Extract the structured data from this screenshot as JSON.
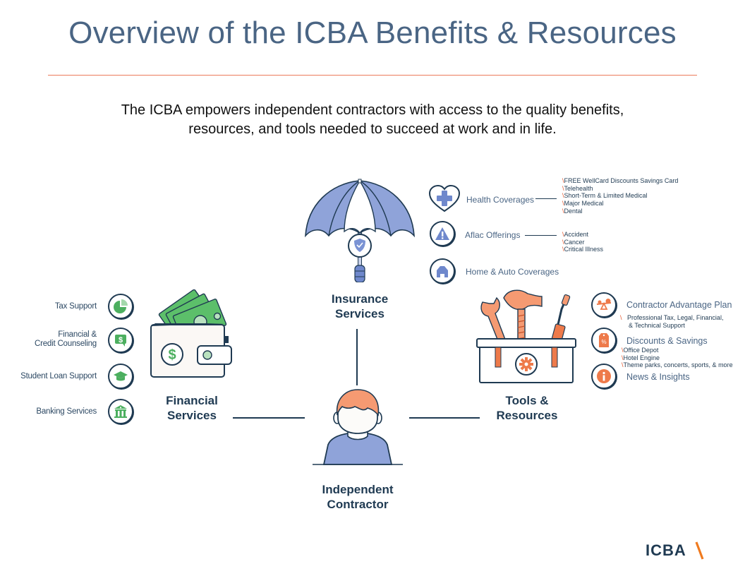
{
  "title": "Overview of the ICBA Benefits & Resources",
  "subtitle_line1": "The ICBA empowers independent contractors with access to the quality benefits,",
  "subtitle_line2": "resources, and tools needed to succeed at work and in life.",
  "colors": {
    "title": "#4a6584",
    "rule": "#ec7a5b",
    "navy": "#1f3a52",
    "financial_green": "#4caf5f",
    "insurance_blue": "#8fa3d9",
    "tools_orange": "#ee7a4a",
    "accent_orange": "#e2542a"
  },
  "hubs": {
    "insurance": {
      "line1": "Insurance",
      "line2": "Services",
      "icon": "umbrella-icon"
    },
    "financial": {
      "line1": "Financial",
      "line2": "Services",
      "icon": "wallet-icon"
    },
    "tools": {
      "line1": "Tools &",
      "line2": "Resources",
      "icon": "toolbox-icon"
    },
    "contractor": {
      "line1": "Independent",
      "line2": "Contractor",
      "icon": "person-icon"
    }
  },
  "financial_items": [
    {
      "label": "Tax Support",
      "icon": "pie-chart-icon"
    },
    {
      "line1": "Financial &",
      "line2": "Credit Counseling",
      "icon": "dollar-chat-icon"
    },
    {
      "label": "Student Loan Support",
      "icon": "graduation-cap-icon"
    },
    {
      "label": "Banking Services",
      "icon": "bank-icon"
    }
  ],
  "insurance_items": [
    {
      "label": "Health Coverages",
      "icon": "heart-plus-icon",
      "details": [
        "FREE WellCard Discounts Savings Card",
        "Telehealth",
        "Short-Term & Limited Medical",
        "Major Medical",
        "Dental"
      ]
    },
    {
      "label": "Aflac Offerings",
      "icon": "warning-icon",
      "details": [
        "Accident",
        "Cancer",
        "Critical Illness"
      ]
    },
    {
      "label": "Home & Auto Coverages",
      "icon": "house-icon"
    }
  ],
  "tools_items": [
    {
      "label": "Contractor Advantage Plan",
      "icon": "seesaw-icon",
      "detail_line1": "Professional Tax, Legal, Financial,",
      "detail_line2": "& Technical Support"
    },
    {
      "label": "Discounts & Savings",
      "icon": "price-tag-icon",
      "details": [
        "Office Depot",
        "Hotel Engine",
        "Theme parks, concerts, sports, & more"
      ]
    },
    {
      "label": "News & Insights",
      "icon": "info-icon"
    }
  ],
  "bullet_mark": "\\",
  "logo": {
    "text": "ICBA"
  }
}
